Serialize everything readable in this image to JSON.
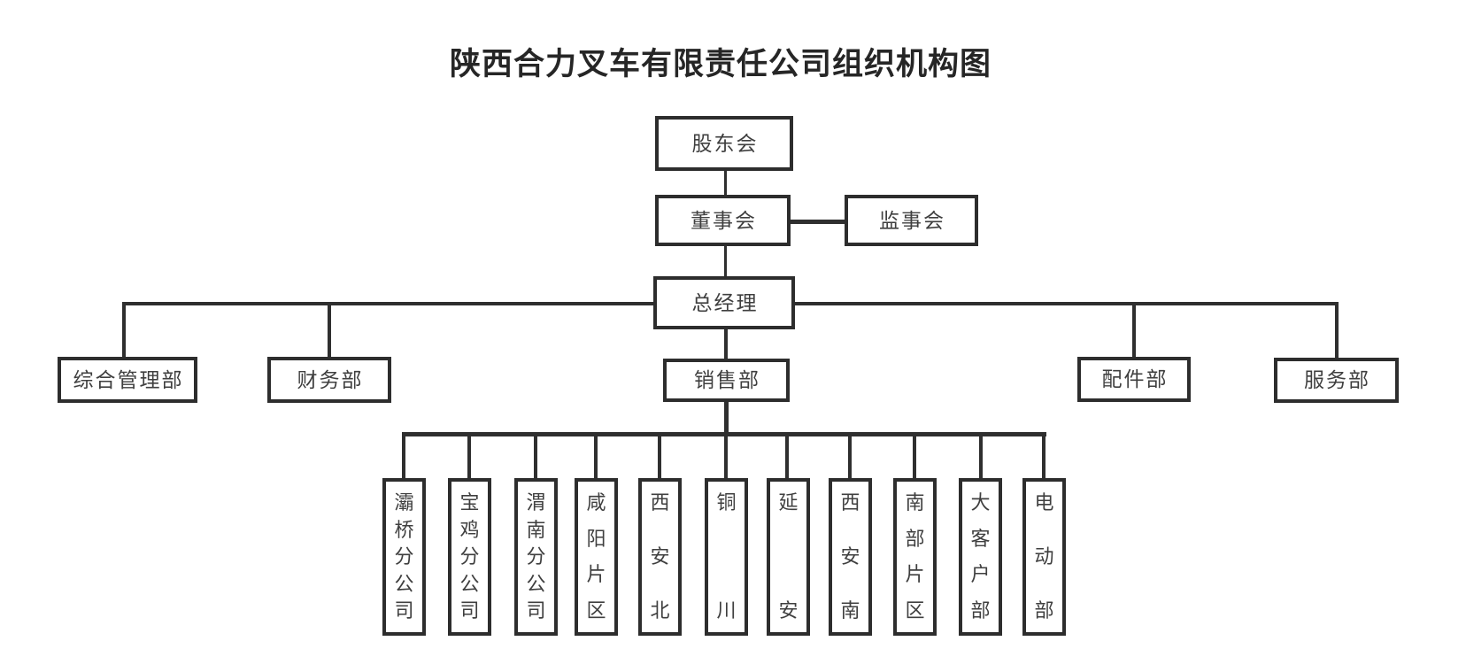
{
  "title": "陕西合力叉车有限责任公司组织机构图",
  "colors": {
    "background": "#ffffff",
    "line": "#2f2f2f",
    "box_border": "#2d2d2d",
    "box_text": "#3f3f3f",
    "title_text": "#262626"
  },
  "nodes": {
    "shareholders": "股东会",
    "board": "董事会",
    "supervisors": "监事会",
    "general_manager": "总经理",
    "admin": "综合管理部",
    "finance": "财务部",
    "sales": "销售部",
    "parts": "配件部",
    "service": "服务部"
  },
  "sales_subunits": [
    "灞桥分公司",
    "宝鸡分公司",
    "渭南分公司",
    "咸阳片区",
    "西安北",
    "铜川",
    "延安",
    "西安南",
    "南部片区",
    "大客户部",
    "电动部"
  ]
}
